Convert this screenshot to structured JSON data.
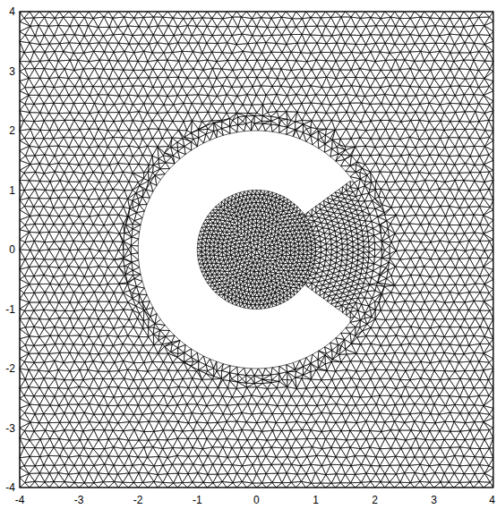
{
  "diagram": {
    "labels": [
      "-4",
      "-3",
      "-2",
      "-1",
      "0",
      "1",
      "2",
      "3",
      "4",
      "4",
      "3",
      "2",
      "1",
      "0",
      "-1",
      "-2",
      "-3",
      "-4"
    ]
  }
}
